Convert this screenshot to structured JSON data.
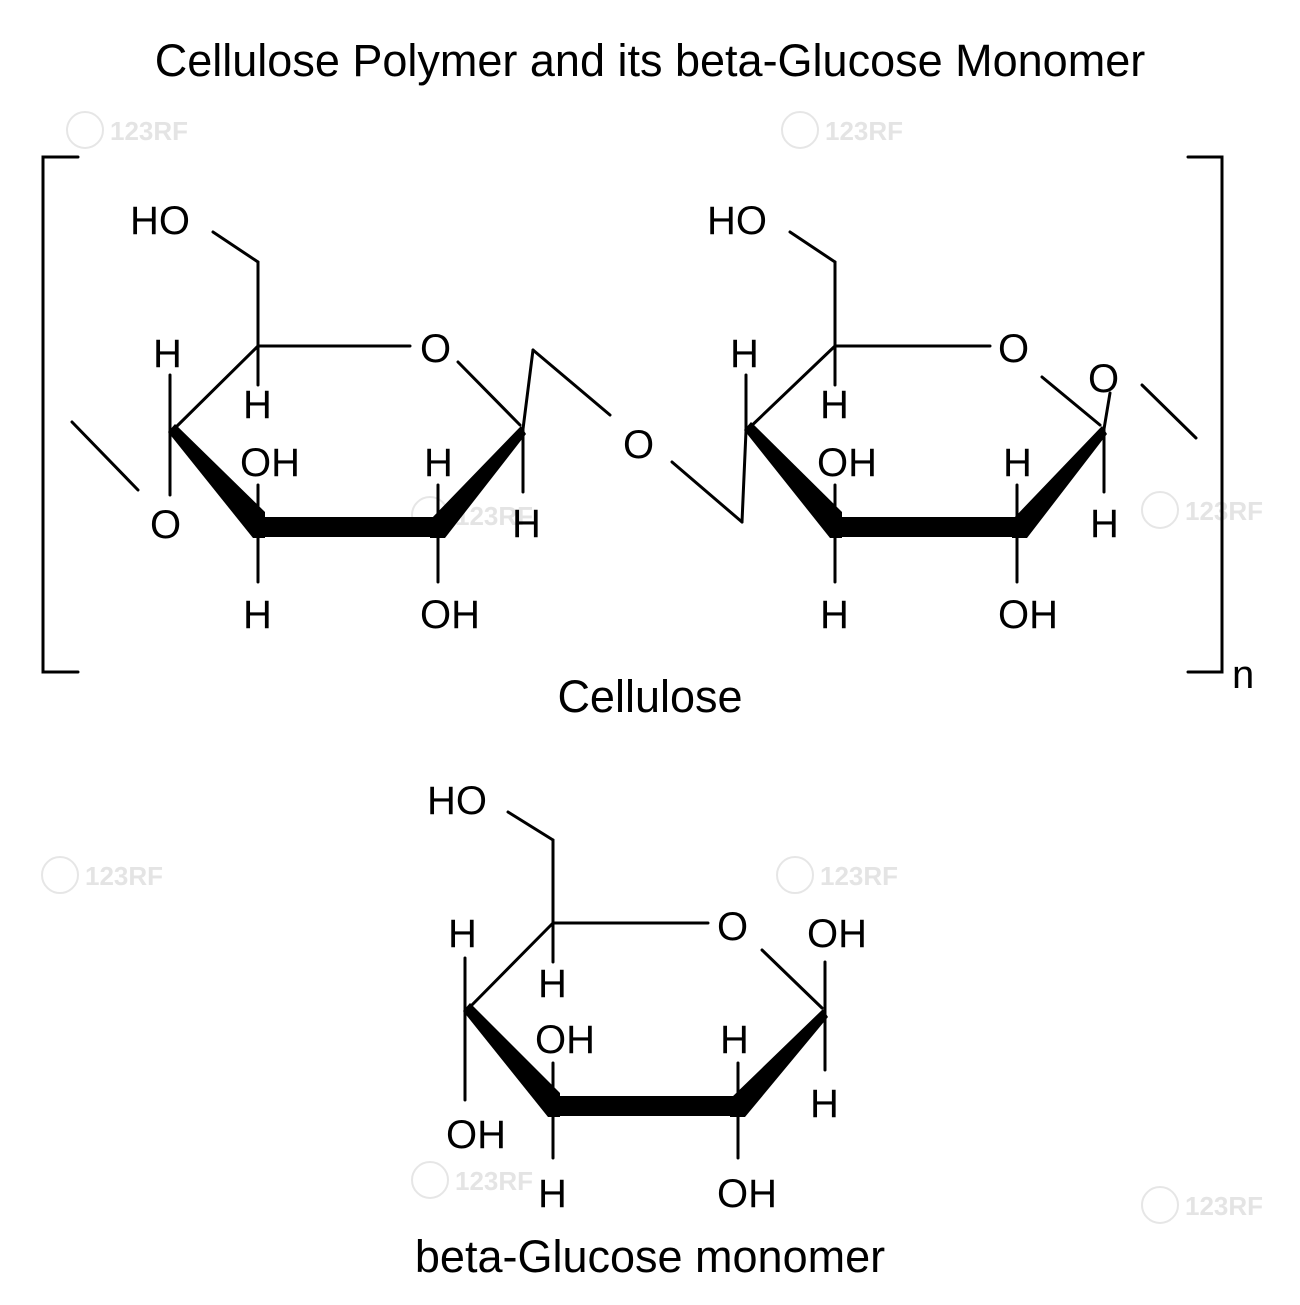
{
  "title": "Cellulose Polymer and its beta-Glucose Monomer",
  "polymer": {
    "caption": "Cellulose",
    "repeat_subscript": "n",
    "ring1": {
      "ch2oh": "HO",
      "ring_oxygen": "O",
      "c4_h_up": "H",
      "c5_h": "H",
      "c3_oh": "OH",
      "c2_h": "H",
      "c4_o_link": "O",
      "c3_h": "H",
      "c2_oh": "OH",
      "c1_h": "H"
    },
    "bridge_oxygen": "O",
    "ring2": {
      "ch2oh": "HO",
      "ring_oxygen": "O",
      "c1_o_link": "O",
      "c4_h_up": "H",
      "c5_h": "H",
      "c3_oh": "OH",
      "c2_h": "H",
      "c1_h": "H",
      "c3_h": "H",
      "c2_oh": "OH"
    }
  },
  "monomer": {
    "caption": "beta-Glucose monomer",
    "ch2oh": "HO",
    "ring_oxygen": "O",
    "c1_oh": "OH",
    "c4_h_up": "H",
    "c5_h": "H",
    "c3_oh_up": "OH",
    "c2_h_up": "H",
    "c1_h": "H",
    "c4_oh": "OH",
    "c3_h": "H",
    "c2_oh": "OH"
  },
  "watermark_text": "123RF"
}
